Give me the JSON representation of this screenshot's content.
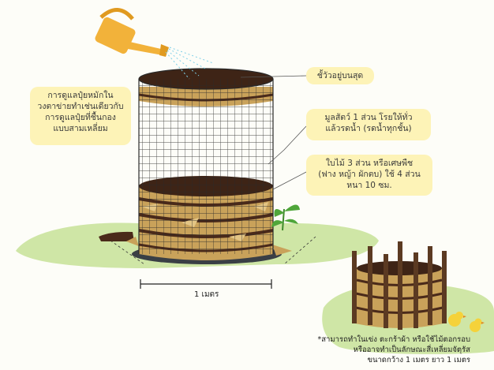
{
  "notes": {
    "left": [
      "การดูแลปุ๋ยหมักใน",
      "วงตาข่ายทำเช่นเดียวกับ",
      "การดูแลปุ๋ยที่ชื้นกอง",
      "แบบสามเหลี่ยม"
    ],
    "top_right": [
      "ชั้วัวอยู่บนสุด"
    ],
    "middle_right": [
      "มูลสัตว์ 1 ส่วน โรยให้ทั่ว",
      "แล้วรดน้ำ (รดน้ำทุกชั้น)"
    ],
    "bottom_right": [
      "ใบไม้ 3 ส่วน หรือเศษพืช",
      "(ฟาง หญ้า ผักตบ) ใช้ 4 ส่วน",
      "หนา 10 ซม."
    ]
  },
  "scale_label": "1 เมตร",
  "footnote": [
    "*สามารถทำในเข่ง ตะกร้าผ้า  หรือใช้ไม้ตอกรอบ",
    "หรืออาจทำเป็นลักษณะสี่เหลี่ยมจัตุรัส",
    "ขนาดกว้าง 1 เมตร ยาว 1 เมตร"
  ],
  "colors": {
    "note_bg": "#fdf3b7",
    "grass": "#cfe6a6",
    "soil": "#4a2a1a",
    "straw": "#c9a25a",
    "mesh": "#2a2a2a",
    "can": "#f2b23a",
    "water": "#7fd0e8"
  },
  "icons": [
    "watering-can-icon",
    "wire-mesh-bin-icon",
    "seedling-icon",
    "wooden-stake-bin-icon",
    "chick-icon"
  ]
}
